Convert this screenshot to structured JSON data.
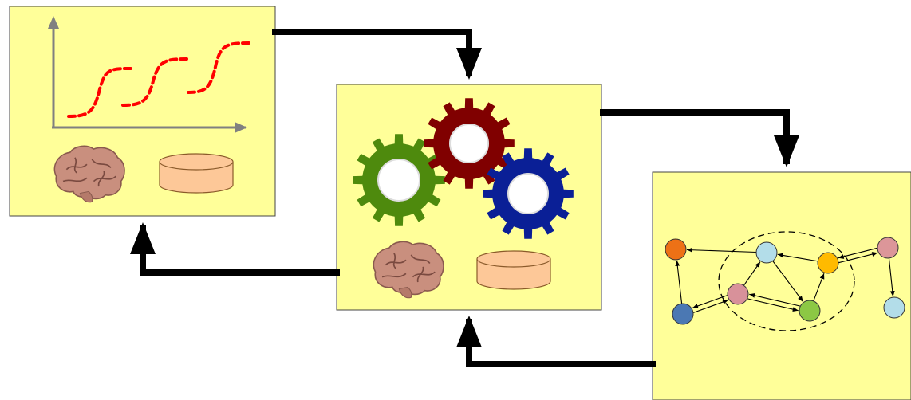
{
  "colors": {
    "panel_fill": "#ffff99",
    "arrow": "#000000",
    "axis": "#808080",
    "curve": "#ff0000",
    "cylinder_fill": "#fdc898",
    "cylinder_stroke": "#8a5a2a",
    "gear_green": "#4e8a0d",
    "gear_red": "#800000",
    "gear_blue": "#0a1f96",
    "brain": "#c98f7e"
  },
  "panels": {
    "data": {
      "icons": [
        "axes-icon",
        "sigmoid-curve-icon",
        "brain-icon",
        "database-cylinder-icon"
      ]
    },
    "model": {
      "icons": [
        "gear-green-icon",
        "gear-red-icon",
        "gear-blue-icon",
        "brain-icon",
        "database-cylinder-icon"
      ]
    },
    "graph": {
      "node_colors": {
        "orange": "#ed7116",
        "lightblue": "#b3dde9",
        "gold": "#ffba00",
        "rose": "#dc9699",
        "steelblue": "#4b78b3",
        "pink": "#d8919a",
        "green": "#8cc844"
      }
    }
  },
  "flow_arrows": [
    {
      "name": "arrow-data-to-model"
    },
    {
      "name": "arrow-model-to-graph"
    },
    {
      "name": "arrow-graph-to-model"
    },
    {
      "name": "arrow-model-to-data"
    }
  ]
}
